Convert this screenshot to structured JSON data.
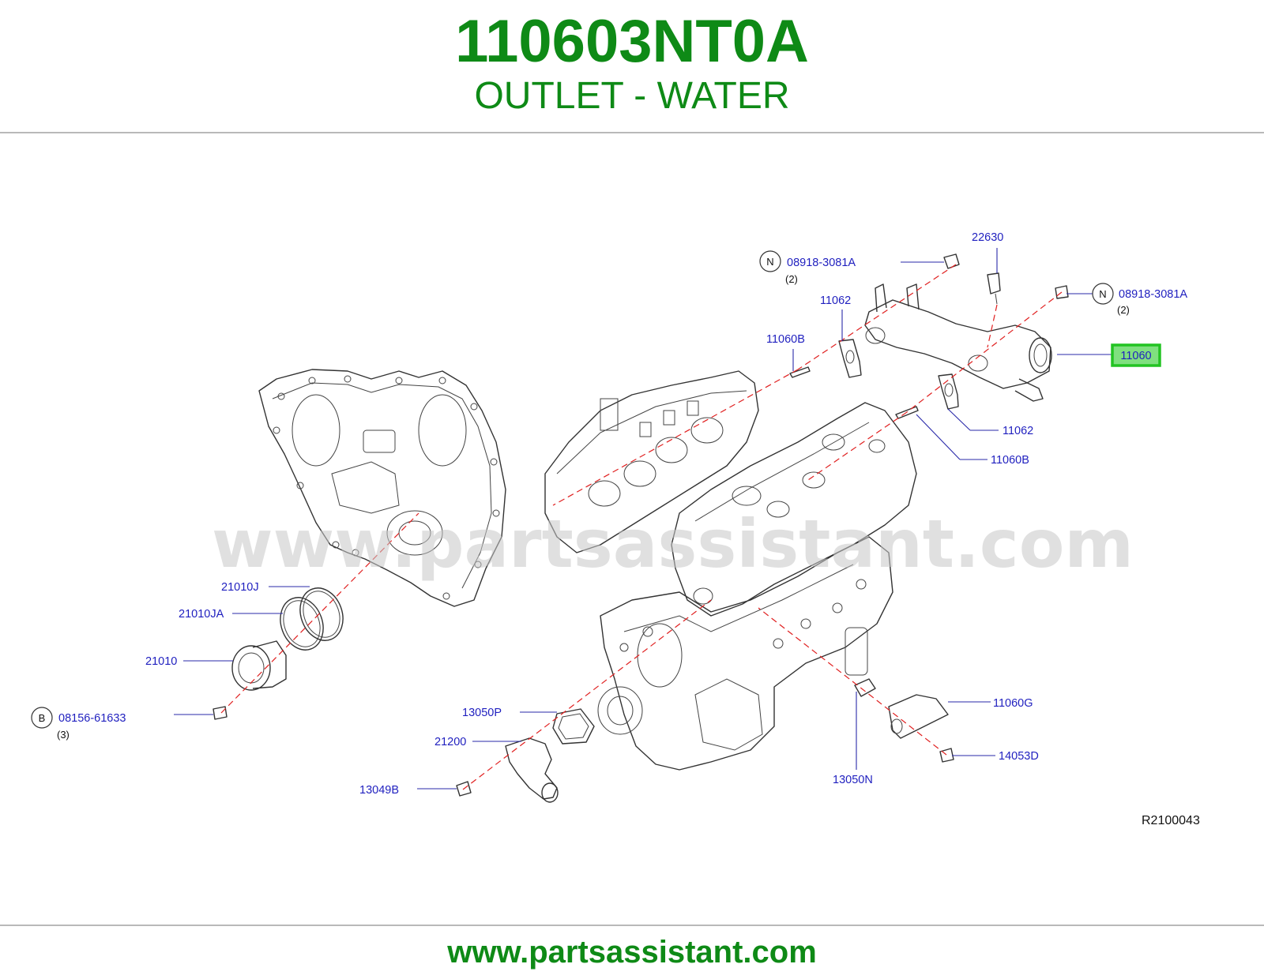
{
  "header": {
    "part_number": "110603NT0A",
    "part_name": "OUTLET - WATER"
  },
  "footer": {
    "url": "www.partsassistant.com"
  },
  "watermark": "www.partsassistant.com",
  "diagram": {
    "reference_code": "R2100043",
    "callouts": {
      "bolt_n_top": {
        "prefix": "N",
        "part": "08918-3081A",
        "qty": "(2)"
      },
      "bolt_n_right": {
        "prefix": "N",
        "part": "08918-3081A",
        "qty": "(2)"
      },
      "sensor": {
        "part": "22630"
      },
      "gasket_top": {
        "part": "11062"
      },
      "stud_top": {
        "part": "11060B"
      },
      "water_outlet": {
        "part": "11060"
      },
      "gasket_right": {
        "part": "11062"
      },
      "stud_right": {
        "part": "11060B"
      },
      "o_ring_j": {
        "part": "21010J"
      },
      "o_ring_ja": {
        "part": "21010JA"
      },
      "water_pump": {
        "part": "21010"
      },
      "bolt_b": {
        "prefix": "B",
        "part": "08156-61633",
        "qty": "(3)"
      },
      "gasket_p": {
        "part": "13050P"
      },
      "thermostat_housing": {
        "part": "21200"
      },
      "bolt_13049b": {
        "part": "13049B"
      },
      "outlet_g": {
        "part": "11060G"
      },
      "gasket_n": {
        "part": "13050N"
      },
      "bolt_14053d": {
        "part": "14053D"
      }
    }
  },
  "colors": {
    "title_green": "#0e8a16",
    "callout_blue": "#1f1fbf",
    "highlight_green": "#22c322",
    "dash_red": "#e02020",
    "rule_gray": "#b9b9b9"
  }
}
